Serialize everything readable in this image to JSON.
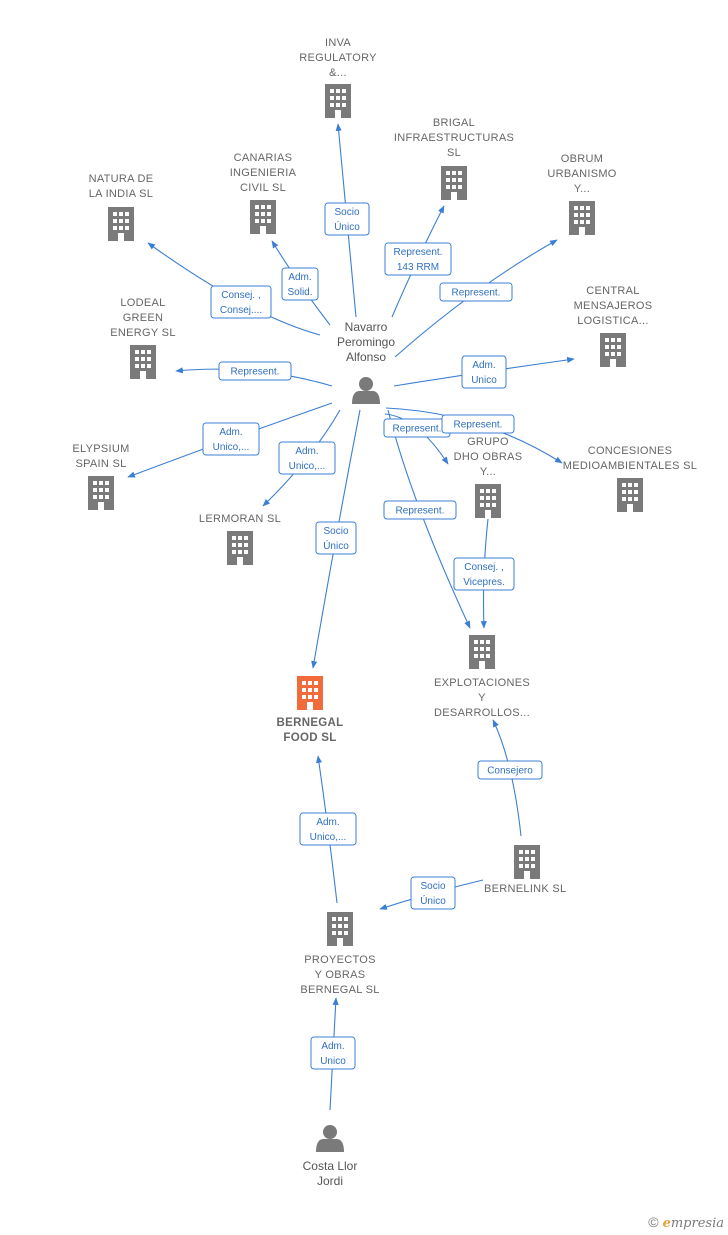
{
  "colors": {
    "edge": "#3b7fd4",
    "building": "#7a7a7a",
    "focus_building": "#f26b3a",
    "person": "#7a7a7a"
  },
  "brand": {
    "copyright": "©",
    "e": "e",
    "rest": "mpresia"
  },
  "nodes": [
    {
      "id": "inva",
      "type": "company",
      "lines": [
        "INVA",
        "REGULATORY",
        "&..."
      ]
    },
    {
      "id": "brigal",
      "type": "company",
      "lines": [
        "BRIGAL",
        "INFRAESTRUCTURAS",
        "SL"
      ]
    },
    {
      "id": "canarias",
      "type": "company",
      "lines": [
        "CANARIAS",
        "INGENIERIA",
        "CIVIL  SL"
      ]
    },
    {
      "id": "natura",
      "type": "company",
      "lines": [
        "NATURA DE",
        "LA INDIA SL"
      ]
    },
    {
      "id": "obrum",
      "type": "company",
      "lines": [
        "OBRUM",
        "URBANISMO",
        "Y..."
      ]
    },
    {
      "id": "lodeal",
      "type": "company",
      "lines": [
        "LODEAL",
        "GREEN",
        "ENERGY  SL"
      ]
    },
    {
      "id": "central",
      "type": "company",
      "lines": [
        "CENTRAL",
        "MENSAJEROS",
        "LOGISTICA..."
      ]
    },
    {
      "id": "navarro",
      "type": "person",
      "lines": [
        "Navarro",
        "Peromingo",
        "Alfonso"
      ]
    },
    {
      "id": "elypsium",
      "type": "company",
      "lines": [
        "ELYPSIUM",
        "SPAIN  SL"
      ]
    },
    {
      "id": "grupo",
      "type": "company",
      "lines": [
        "GRUPO",
        "DHO OBRAS",
        "Y..."
      ]
    },
    {
      "id": "concesiones",
      "type": "company",
      "lines": [
        "CONCESIONES",
        "MEDIOAMBIENTALES SL"
      ]
    },
    {
      "id": "lermoran",
      "type": "company",
      "lines": [
        "LERMORAN  SL"
      ]
    },
    {
      "id": "explotaciones",
      "type": "company",
      "lines": [
        "EXPLOTACIONES",
        "Y",
        "DESARROLLOS..."
      ]
    },
    {
      "id": "bernegal_food",
      "type": "company",
      "focus": true,
      "lines": [
        "BERNEGAL",
        "FOOD  SL"
      ]
    },
    {
      "id": "bernelink",
      "type": "company",
      "lines": [
        "BERNELINK  SL"
      ]
    },
    {
      "id": "proyectos",
      "type": "company",
      "lines": [
        "PROYECTOS",
        "Y OBRAS",
        "BERNEGAL  SL"
      ]
    },
    {
      "id": "costa",
      "type": "person",
      "lines": [
        "Costa Llor",
        "Jordi"
      ]
    }
  ],
  "edges": [
    {
      "from": "navarro",
      "to": "inva",
      "label": [
        "Socio",
        "Único"
      ]
    },
    {
      "from": "navarro",
      "to": "brigal",
      "label": [
        "Represent.",
        "143 RRM"
      ]
    },
    {
      "from": "navarro",
      "to": "canarias",
      "label": [
        "Adm.",
        "Solid."
      ]
    },
    {
      "from": "navarro",
      "to": "natura",
      "label": [
        "Consej. ,",
        "Consej...."
      ]
    },
    {
      "from": "navarro",
      "to": "obrum",
      "label": [
        "Represent."
      ]
    },
    {
      "from": "navarro",
      "to": "lodeal",
      "label": [
        "Represent."
      ]
    },
    {
      "from": "navarro",
      "to": "central",
      "label": [
        "Adm.",
        "Unico"
      ]
    },
    {
      "from": "navarro",
      "to": "elypsium",
      "label": [
        "Adm.",
        "Unico,..."
      ]
    },
    {
      "from": "navarro",
      "to": "lermoran",
      "label": [
        "Adm.",
        "Unico,..."
      ]
    },
    {
      "from": "navarro",
      "to": "bernegal_food",
      "label": [
        "Socio",
        "Único"
      ]
    },
    {
      "from": "navarro",
      "to": "grupo",
      "label": [
        "Represent."
      ]
    },
    {
      "from": "navarro",
      "to": "concesiones",
      "label": [
        "Represent."
      ]
    },
    {
      "from": "navarro",
      "to": "explotaciones",
      "label": [
        "Represent."
      ]
    },
    {
      "from": "grupo",
      "to": "explotaciones",
      "label": [
        "Consej. ,",
        "Vicepres."
      ]
    },
    {
      "from": "bernelink",
      "to": "explotaciones",
      "label": [
        "Consejero"
      ]
    },
    {
      "from": "bernelink",
      "to": "proyectos",
      "label": [
        "Socio",
        "Único"
      ]
    },
    {
      "from": "proyectos",
      "to": "bernegal_food",
      "label": [
        "Adm.",
        "Unico,..."
      ]
    },
    {
      "from": "costa",
      "to": "proyectos",
      "label": [
        "Adm.",
        "Unico"
      ]
    }
  ]
}
